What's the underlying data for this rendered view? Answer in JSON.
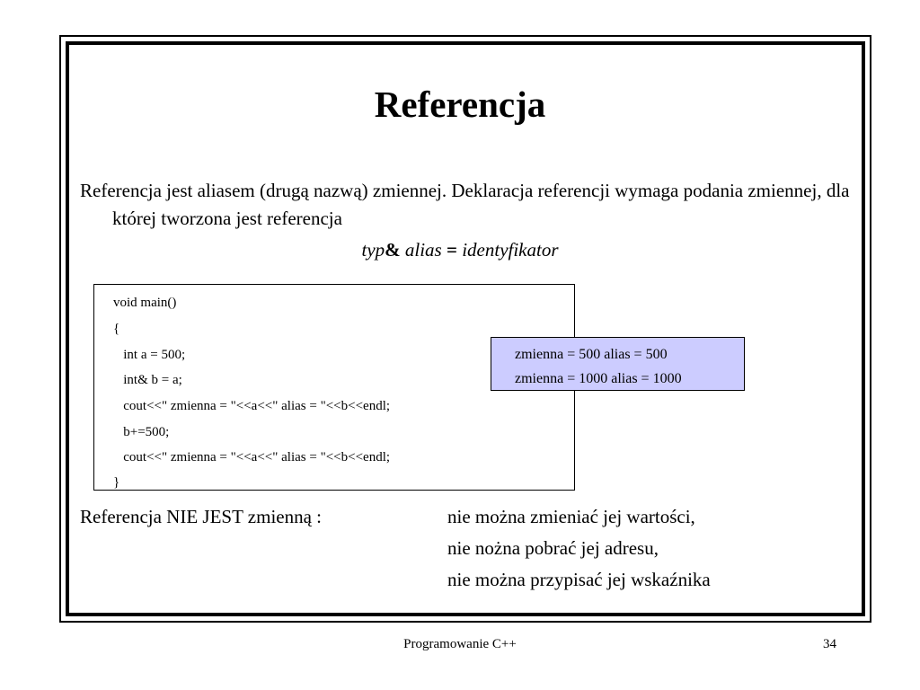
{
  "slide": {
    "title": "Referencja",
    "paragraph": "Referencja jest aliasem (drugą nazwą) zmiennej. Deklaracja referencji wymaga podania zmiennej, dla której tworzona jest referencja",
    "formula": {
      "part1": "typ",
      "amp": "&",
      "part2": " alias ",
      "eq": "=",
      "part3": " identyfikator"
    },
    "code": [
      "void main()",
      "{",
      "   int a = 500;",
      "   int& b = a;",
      "   cout<<\" zmienna = \"<<a<<\" alias = \"<<b<<endl;",
      "   b+=500;",
      "   cout<<\" zmienna = \"<<a<<\" alias = \"<<b<<endl;",
      "}"
    ],
    "output": [
      "zmienna = 500 alias = 500",
      "zmienna = 1000 alias = 1000"
    ],
    "nie_label": "Referencja NIE JEST zmienną :",
    "nie_items": [
      "nie można zmieniać jej wartości,",
      "nie nożna pobrać jej adresu,",
      "nie można przypisać jej wskaźnika"
    ]
  },
  "footer": {
    "course": "Programowanie C++",
    "page": "34"
  }
}
